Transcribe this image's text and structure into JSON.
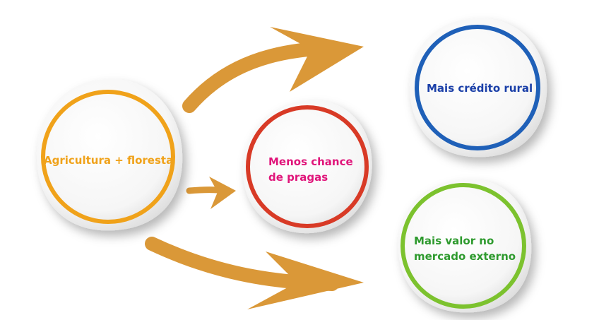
{
  "colors": {
    "arrow": "#DA9838",
    "orange": "#F0A21A",
    "red": "#D83A26",
    "blue": "#1F60B8",
    "green": "#7CC22E",
    "pink_text": "#E0157A",
    "blue_text": "#1A3FA8",
    "green_text": "#2E9A2E"
  },
  "nodes": {
    "agricultura": {
      "label": "Agricultura + floresta"
    },
    "pragas": {
      "label": "Menos chance\nde pragas"
    },
    "credito": {
      "label": "Mais crédito rural"
    },
    "valor": {
      "label": "Mais valor no\nmercado externo"
    }
  }
}
